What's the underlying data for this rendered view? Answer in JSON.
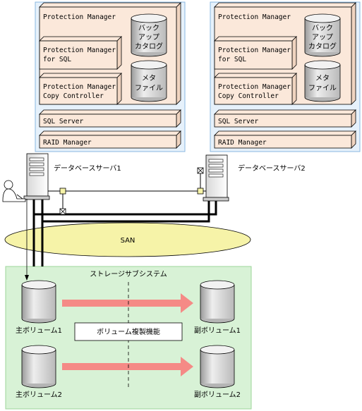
{
  "servers": [
    {
      "name": "データベースサーバ1",
      "protection_manager": "Protection Manager",
      "pm_for_sql": [
        "Protection Manager",
        "for SQL"
      ],
      "pm_copy_controller": [
        "Protection Manager",
        "Copy Controller"
      ],
      "sql_server": "SQL Server",
      "raid_manager": "RAID Manager",
      "backup_catalog": [
        "バック",
        "アップ",
        "カタログ"
      ],
      "meta_file": [
        "メタ",
        "ファイル"
      ]
    },
    {
      "name": "データベースサーバ2",
      "protection_manager": "Protection Manager",
      "pm_for_sql": [
        "Protection Manager",
        "for SQL"
      ],
      "pm_copy_controller": [
        "Protection Manager",
        "Copy Controller"
      ],
      "sql_server": "SQL Server",
      "raid_manager": "RAID Manager",
      "backup_catalog": [
        "バック",
        "アップ",
        "カタログ"
      ],
      "meta_file": [
        "メタ",
        "ファイル"
      ]
    }
  ],
  "san_label": "SAN",
  "storage": {
    "title": "ストレージサブシステム",
    "replication_function": "ボリューム複製機能",
    "primary_volumes": [
      "主ボリューム1",
      "主ボリューム2"
    ],
    "secondary_volumes": [
      "副ボリューム1",
      "副ボリューム2"
    ]
  },
  "colors": {
    "server_panel_fill": "#e6f1fb",
    "server_panel_border": "#8ab8e2",
    "module_fill": "#fbe8da",
    "storage_fill": "#d8f2d6",
    "storage_border": "#9cd69a",
    "san_fill": "#f6f3a8",
    "arrow": "#f58a86"
  }
}
